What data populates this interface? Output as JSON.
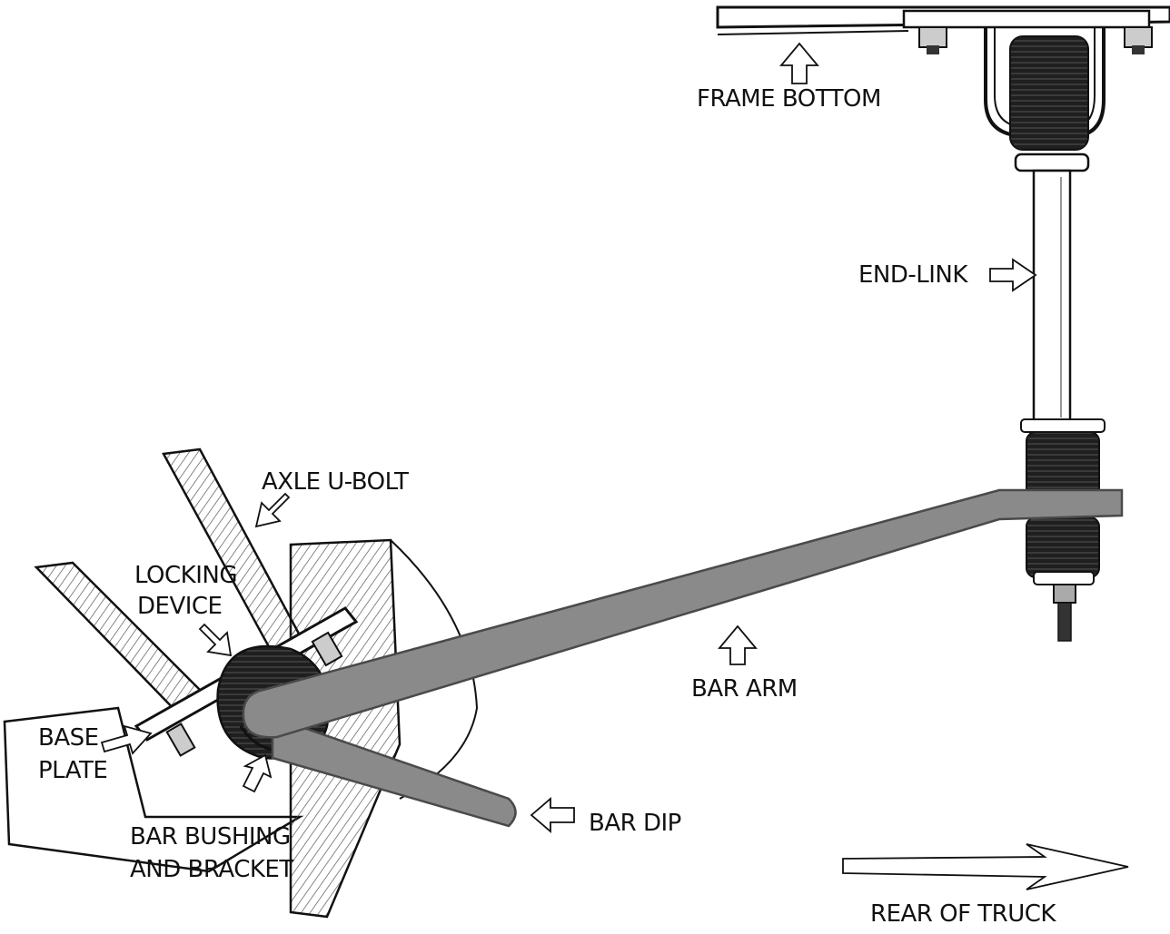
{
  "labels": {
    "frame_bottom": "FRAME BOTTOM",
    "end_link": "END-LINK",
    "axle_u_bolt": "AXLE U-BOLT",
    "locking_device_line1": "LOCKING",
    "locking_device_line2": "DEVICE",
    "base_plate_line1": "BASE",
    "base_plate_line2": "PLATE",
    "bar_arm": "BAR ARM",
    "bar_bushing_line1": "BAR BUSHING",
    "bar_bushing_line2": "AND BRACKET",
    "bar_dip": "BAR DIP",
    "rear_of_truck": "REAR OF TRUCK"
  },
  "colors": {
    "ink": "#111111",
    "bar_fill": "#8a8a8a",
    "bar_stroke": "#4a4a4a",
    "bushing": "#2a2a2a",
    "paper": "#ffffff"
  }
}
